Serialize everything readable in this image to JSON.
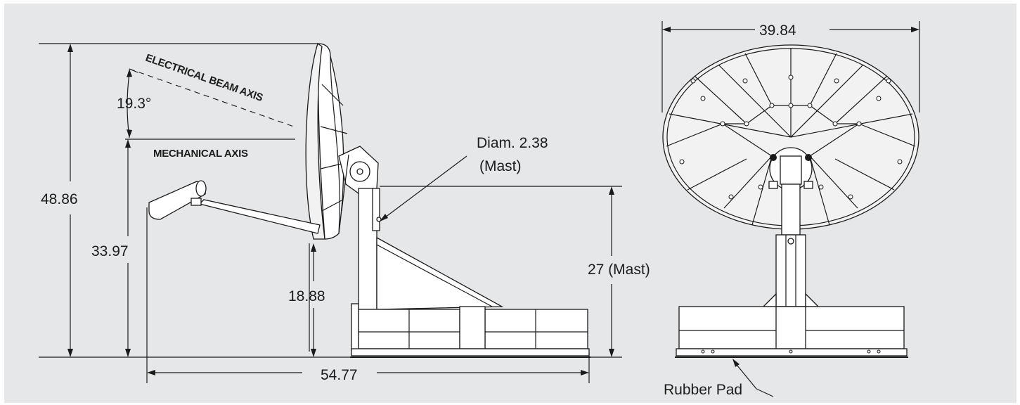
{
  "colors": {
    "background": "#e6e7e8",
    "line": "#1a1a1a",
    "text": "#1c1c1c",
    "part_fill": "#ffffff"
  },
  "side_view": {
    "electrical_axis_label": "ELECTRICAL BEAM AXIS",
    "mechanical_axis_label": "MECHANICAL AXIS",
    "angle_label": "19.3°",
    "overall_height": "48.86",
    "axis_height": "33.97",
    "base_to_pivot_height": "18.88",
    "mast_callout_line1": "Diam. 2.38",
    "mast_callout_line2": "(Mast)",
    "mast_height": "27 (Mast)",
    "overall_depth": "54.77"
  },
  "front_view": {
    "overall_width": "39.84",
    "pad_label": "Rubber Pad"
  }
}
